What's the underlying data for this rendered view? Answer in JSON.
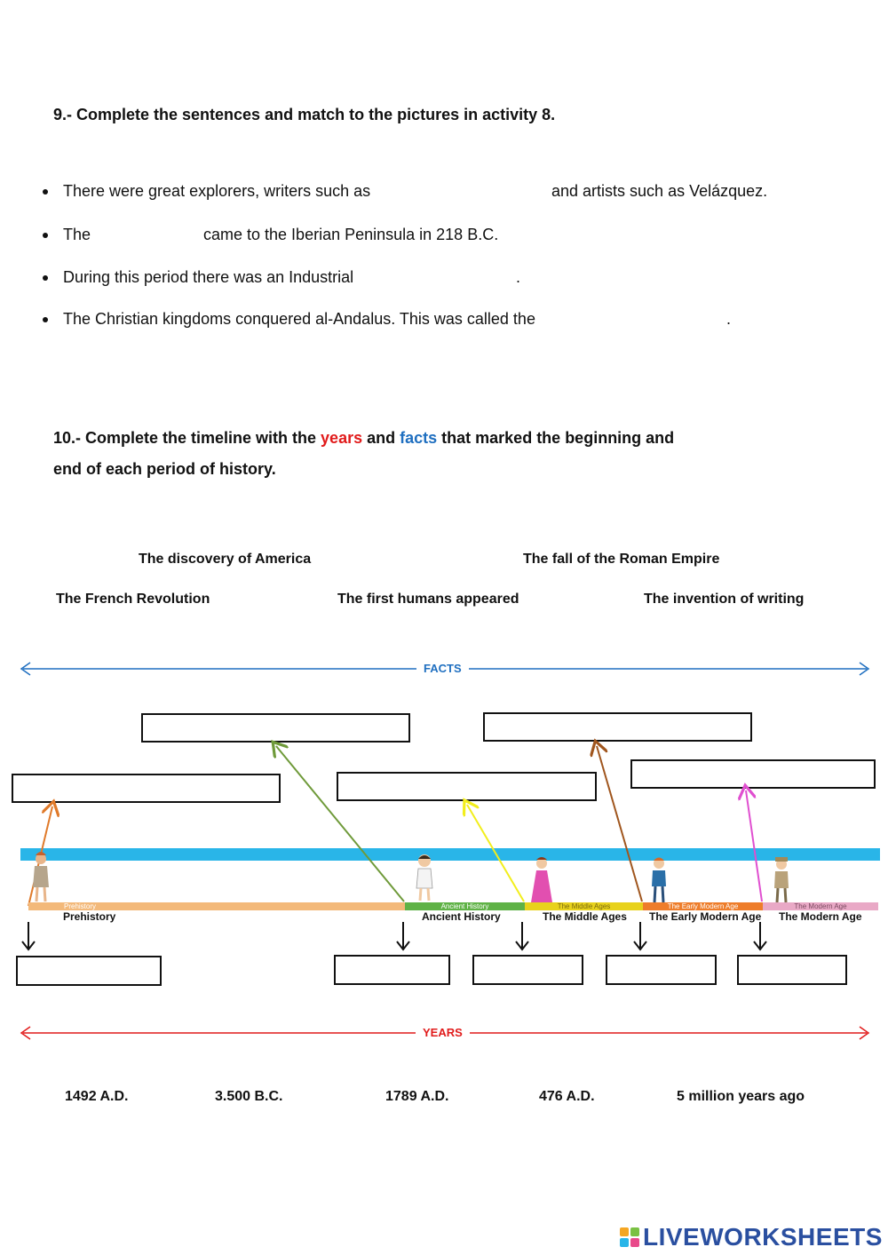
{
  "activity9": {
    "title": "9.- Complete the sentences and match to the pictures in activity 8.",
    "sentences": [
      {
        "before": "There were great explorers, writers such as",
        "after": "and artists such as Velázquez."
      },
      {
        "before": "The",
        "after": "came to  the Iberian Peninsula  in 218 B.C."
      },
      {
        "before": "During this period there was an Industrial",
        "after": "."
      },
      {
        "before": "The Christian kingdoms conquered al-Andalus. This was called the",
        "after": "."
      }
    ]
  },
  "activity10": {
    "title_part1": "10.- Complete the timeline with the ",
    "title_years": "years",
    "title_and": " and ",
    "title_facts": "facts",
    "title_part2": " that marked the beginning and",
    "title_line2": "end of each period of history.",
    "facts": [
      "The discovery of America",
      "The fall of the Roman Empire",
      "The French Revolution",
      "The first humans appeared",
      "The invention of writing"
    ],
    "facts_axis_label": "FACTS",
    "years_axis_label": "YEARS",
    "years": [
      "1492 A.D.",
      "3.500 B.C.",
      "1789 A.D.",
      "476 A.D.",
      "5 million years ago"
    ],
    "periods": [
      {
        "strip_label": "Prehistory",
        "name": "Prehistory",
        "color": "#f3b97a"
      },
      {
        "strip_label": "Ancient History",
        "name": "Ancient History",
        "color": "#5fb246"
      },
      {
        "strip_label": "The Middle Ages",
        "name": "The Middle Ages",
        "color": "#e8d21c"
      },
      {
        "strip_label": "The Early Modern Age",
        "name": "The Early Modern Age",
        "color": "#ee7d2a"
      },
      {
        "strip_label": "The Modern Age",
        "name": "The Modern Age",
        "color": "#e9a9c6"
      }
    ]
  },
  "colors": {
    "facts_axis": "#1f6fc0",
    "years_axis": "#e11b1b",
    "band": "#29b5e8",
    "arrow_orange": "#e07a2a",
    "arrow_green": "#6f9a3a",
    "arrow_yellow": "#f2ee1c",
    "arrow_brown": "#a0561e",
    "arrow_pink": "#e04fd0"
  },
  "branding": {
    "logo_text": "LIVEWORKSHEETS",
    "logo_letters": [
      "L",
      "I",
      "V",
      "E"
    ]
  }
}
